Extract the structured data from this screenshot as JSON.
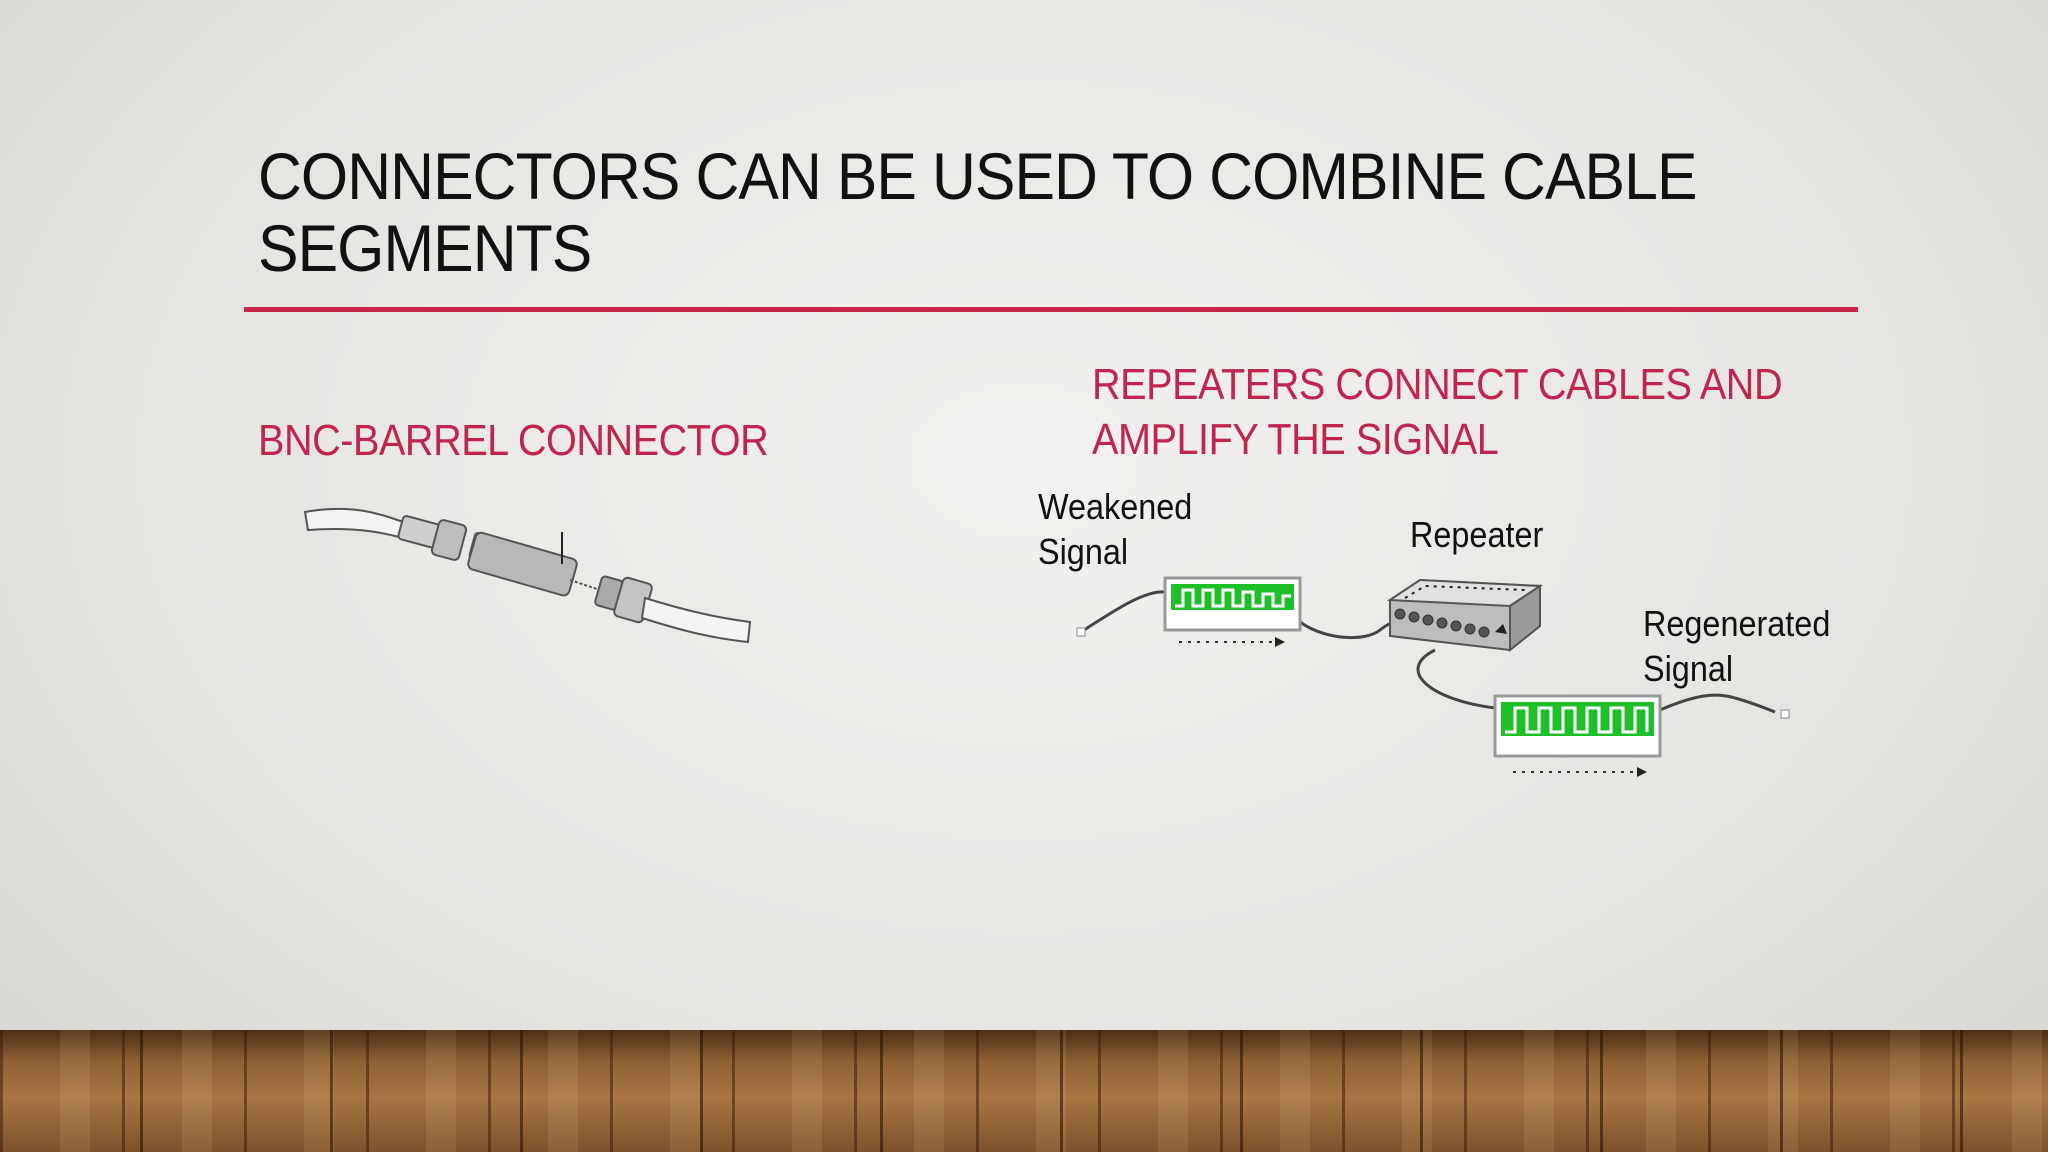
{
  "slide": {
    "title": "CONNECTORS CAN BE USED TO COMBINE CABLE SEGMENTS",
    "left": {
      "heading": "BNC-BARREL CONNECTOR"
    },
    "right": {
      "heading_line1": "REPEATERS CONNECT CABLES AND",
      "heading_line2": "AMPLIFY THE SIGNAL",
      "weakened_line1": "Weakened",
      "weakened_line2": "Signal",
      "repeater": "Repeater",
      "regenerated_line1": "Regenerated",
      "regenerated_line2": "Signal"
    }
  },
  "colors": {
    "accent": "#c8254a",
    "signal_green": "#1fbf2a"
  }
}
